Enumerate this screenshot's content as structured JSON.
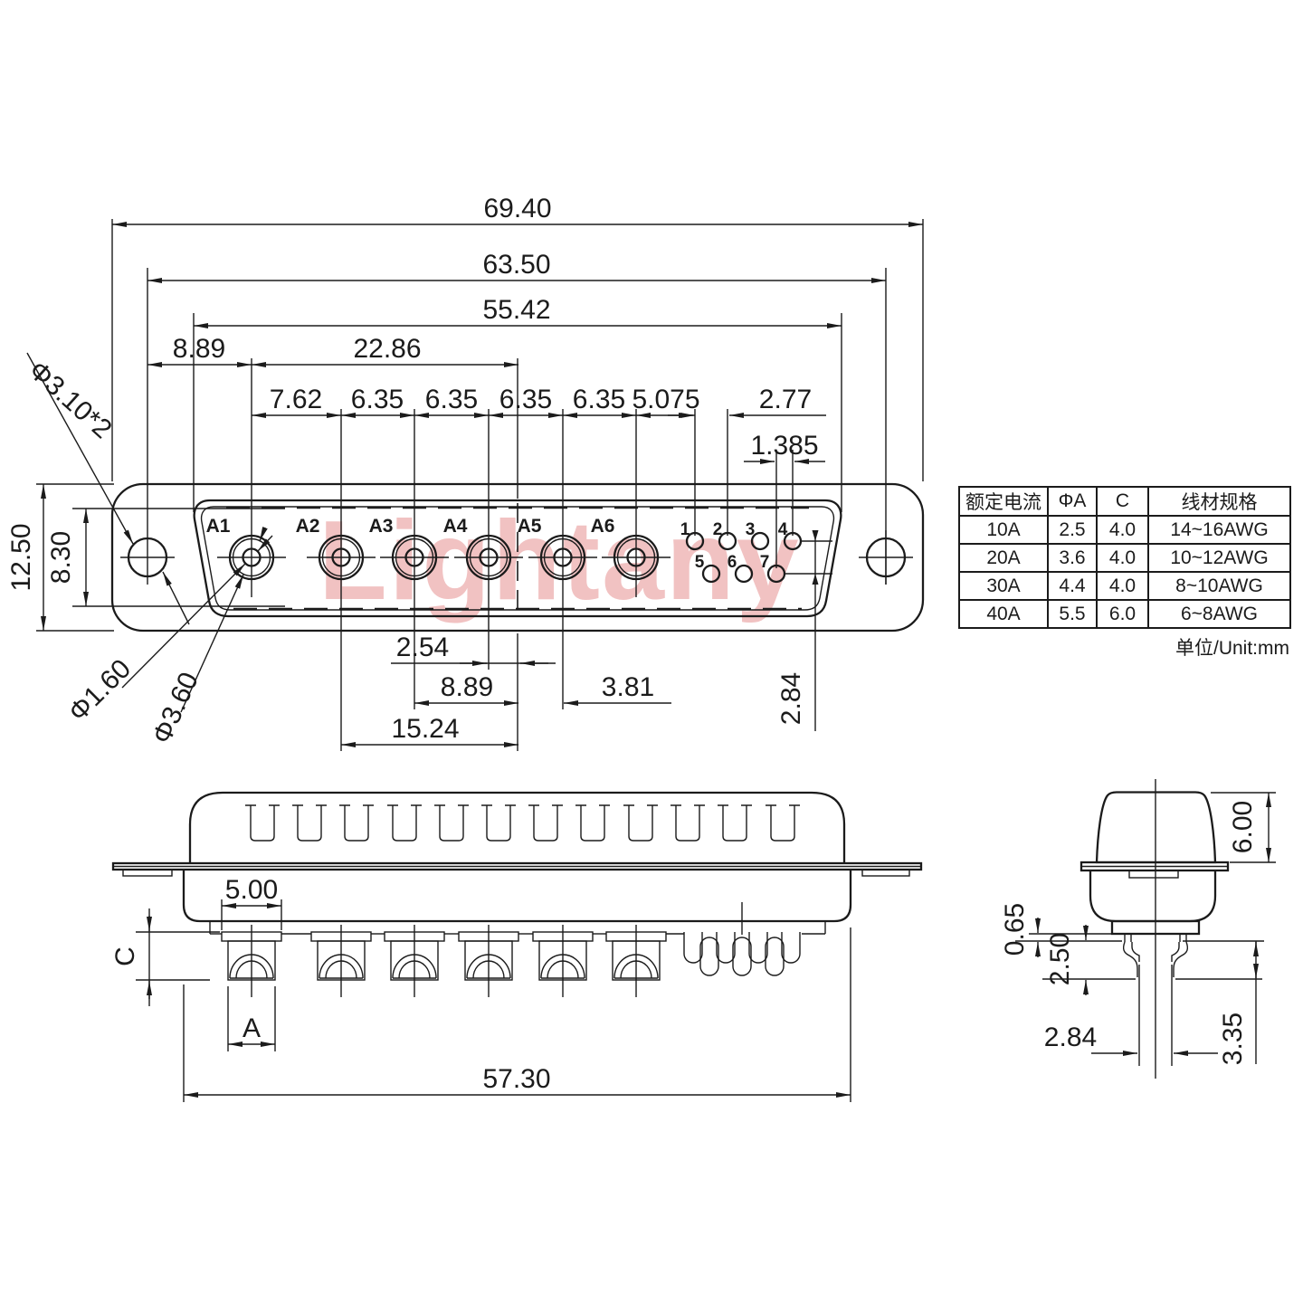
{
  "watermark": "Lightany",
  "front_view": {
    "contact_labels": [
      "A1",
      "A2",
      "A3",
      "A4",
      "A5",
      "A6"
    ],
    "pin_labels": [
      "1",
      "2",
      "3",
      "4",
      "5",
      "6",
      "7"
    ],
    "dims": {
      "total_width": "69.40",
      "mount_hole_spacing": "63.50",
      "shell_width": "55.42",
      "hole_to_a1": "8.89",
      "a1_to_center": "22.86",
      "a1_a2": "7.62",
      "a2_a3": "6.35",
      "a3_a4": "6.35",
      "a4_a5": "6.35",
      "a5_a6": "6.35",
      "a6_pin1": "5.075",
      "pin_pitch": "2.77",
      "row_stagger": "1.385",
      "a4_to_center": "2.54",
      "a3_to_center": "8.89",
      "center_to_a5": "3.81",
      "a2_to_center": "15.24",
      "pin_row_offset": "2.84",
      "flange_height": "12.50",
      "shell_height": "8.30",
      "mount_hole_dia": "Φ3.10*2",
      "pin_hole_dia": "Φ1.60",
      "contact_hole_dia": "Φ3.60"
    }
  },
  "back_view": {
    "dims": {
      "cup_step_width": "5.00",
      "cup_depth_label": "C",
      "cup_width_label": "A",
      "body_width": "57.30"
    }
  },
  "side_view": {
    "dims": {
      "cap_height": "6.00",
      "flange_lip": "0.65",
      "cup_inner_depth": "2.50",
      "pin_width": "2.84",
      "tail_length": "3.35"
    }
  },
  "spec_table": {
    "headers": [
      "额定电流",
      "ΦA",
      "C",
      "线材规格"
    ],
    "rows": [
      [
        "10A",
        "2.5",
        "4.0",
        "14~16AWG"
      ],
      [
        "20A",
        "3.6",
        "4.0",
        "10~12AWG"
      ],
      [
        "30A",
        "4.4",
        "4.0",
        "8~10AWG"
      ],
      [
        "40A",
        "5.5",
        "6.0",
        "6~8AWG"
      ]
    ],
    "unit_note": "单位/Unit:mm"
  }
}
